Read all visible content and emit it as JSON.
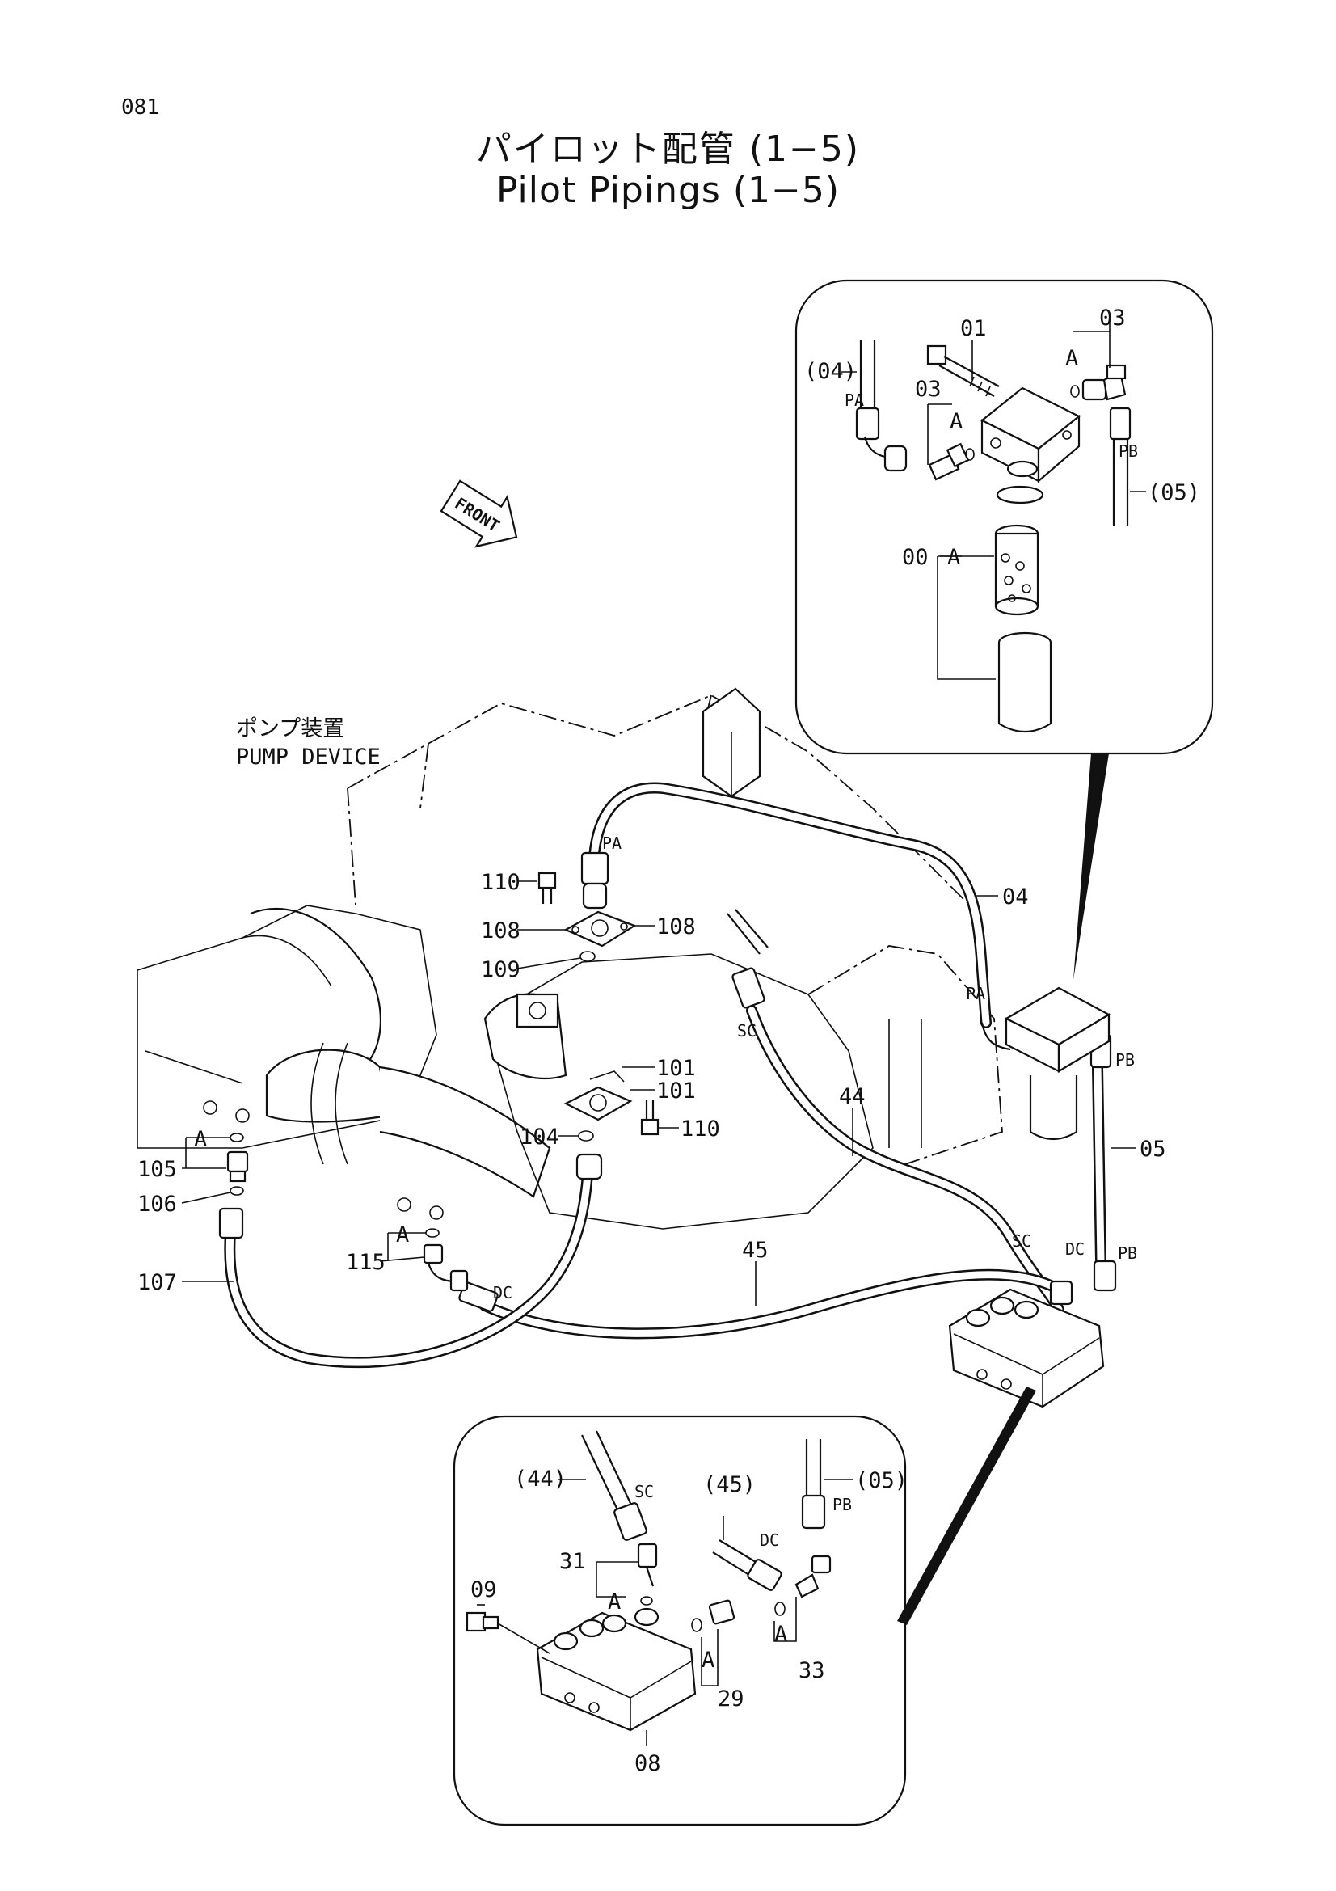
{
  "page_code": "081",
  "title_jp": "パイロット配管 (1−5)",
  "title_en": "Pilot Pipings (1−5)",
  "front_label": "FRONT",
  "pump_device": {
    "jp": "ポンプ装置",
    "en": "PUMP DEVICE"
  },
  "top_detail": {
    "labels": {
      "p01": "01",
      "p03a": "03",
      "p03b": "03",
      "p04": "(04)",
      "p05": "(05)",
      "p00": "00",
      "pa": "PA",
      "pb": "PB",
      "a1": "A",
      "a2": "A",
      "a3": "A"
    }
  },
  "main": {
    "labels": {
      "pa_hose": "PA",
      "pa_filter": "PA",
      "pb_filter": "PB",
      "pb_valve": "PB",
      "sc_top": "SC",
      "sc_valve": "SC",
      "dc_valve": "DC",
      "dc_pump": "DC",
      "h04": "04",
      "h05": "05",
      "h44": "44",
      "h45": "45",
      "p110a": "110",
      "p108a": "108",
      "p108b": "108",
      "p109": "109",
      "p101a": "101",
      "p101b": "101",
      "p110b": "110",
      "p104": "104",
      "p105": "105",
      "p106": "106",
      "p107": "107",
      "p115": "115",
      "a105": "A",
      "a115": "A"
    }
  },
  "bottom_detail": {
    "labels": {
      "p44": "(44)",
      "p45": "(45)",
      "p05": "(05)",
      "sc": "SC",
      "dc": "DC",
      "pb": "PB",
      "p31": "31",
      "p09": "09",
      "p29": "29",
      "p33": "33",
      "p08": "08",
      "a1": "A",
      "a2": "A",
      "a3": "A"
    }
  }
}
